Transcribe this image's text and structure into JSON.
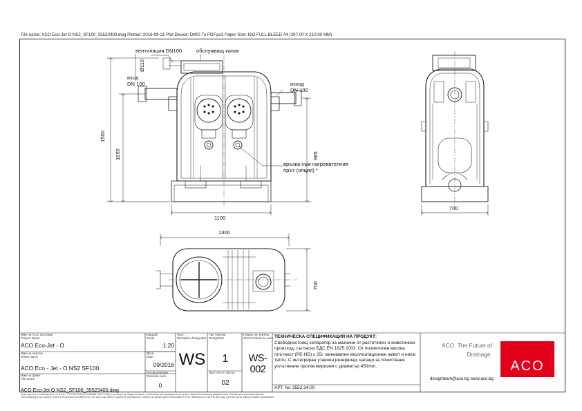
{
  "header": {
    "file_info": "File name: ACO Eco-Jet O NS2_SF100_35523400.dwg    Plotted: 2016-09-21    Plot Device: DWG To PDF.pc3    Paper Size: ISO FULL BLEED A4 (297.00 X 210.00 MM)"
  },
  "labels": {
    "ventilation": "вентилация DN100",
    "service_cover": "обслужващ капак",
    "inlet_line1": "вход",
    "inlet_line2": "DN 100",
    "outlet_line1": "изход",
    "outlet_line2": "DN 100",
    "heater_line1": "връзка към нагревателния",
    "heater_line2": "прът (опция) *",
    "d110": "Ø110"
  },
  "dimensions": {
    "h_total": "1500",
    "h_inlet": "1055",
    "h_outlet": "985",
    "w_front": "1100",
    "w_side": "700",
    "w_top": "1300",
    "d_top": "700"
  },
  "title_block": {
    "project_label": "Име на ACO система:",
    "project_label_en": "Project Name",
    "project_name": "ACO Eco-Jet - O",
    "sheet_label": "Име на чертеж:",
    "sheet_label_en": "Sheet name",
    "sheet_name": "ACO Eco - Jet - O  NS2 SF100",
    "file_label": "Име на файл:",
    "file_label_en": "File name",
    "file_name": "ACO Eco-Jet O NS2_SF100_35523400.dwg",
    "scale_label": "Мащаб:",
    "scale_label_en": "Scale",
    "scale": "1:20",
    "date_label": "Дата:",
    "date_label_en": "Date",
    "date": "09/2016",
    "rev_label": "Но на ревизия:",
    "rev_label_en": "Revision num.",
    "revision": "0",
    "part_label": "Част:",
    "part_label_en": "Discipline designator",
    "part": "WS",
    "type_label": "Тип чертеж:",
    "type_label_en": "Designator",
    "type": "1",
    "sheet_no_label": "Лист No от листа:",
    "sheet_no": "02",
    "ref_label": "Номер на чертеж:",
    "ref_label_en": "Sheet reference num.",
    "ref": "WS-002",
    "spec_title": "ТЕХНИЧЕСКА СПЕЦИФИКАЦИЯ НА ПРОДУКТ:",
    "spec_lines": [
      "Свободностоящ сепаратор за мазнини от растителен и животински",
      "произход, съгласно БДС EN 1825:2003. От полиетилен висока",
      "плътност (PE-HD) с 25г. минимален експлоатационен живот и нисю",
      "тегло. С интегриран утаечен резервоар, капаци за почистване",
      "уплътнение против миризми с диаметър 450mm."
    ],
    "article": "АРТ. №: 3552.34.00",
    "tagline_1": "ACO. The Future of",
    "tagline_2": "Drainage.",
    "contact": "designteam@aco.bg   www.aco.bg",
    "logo": "ACO"
  },
  "legal": {
    "line1": "Тази чертеж е собственост на ACO - СТРОИТЕЛНИ ЕЛЕМЕНТИ ЕООД и не може да бъде копиран, използван или разкриван на трети лица без писмено разрешение. Размерите са в милиметри.",
    "line2": "This drawing is a property of ACO BUILDING ELEMENTS LTD and may not be copied or reproduced, neither its details given information to be disclosed or used in any way by third party, without written permission."
  },
  "colors": {
    "aco_red": "#e2001a",
    "line": "#1a1a1a"
  }
}
